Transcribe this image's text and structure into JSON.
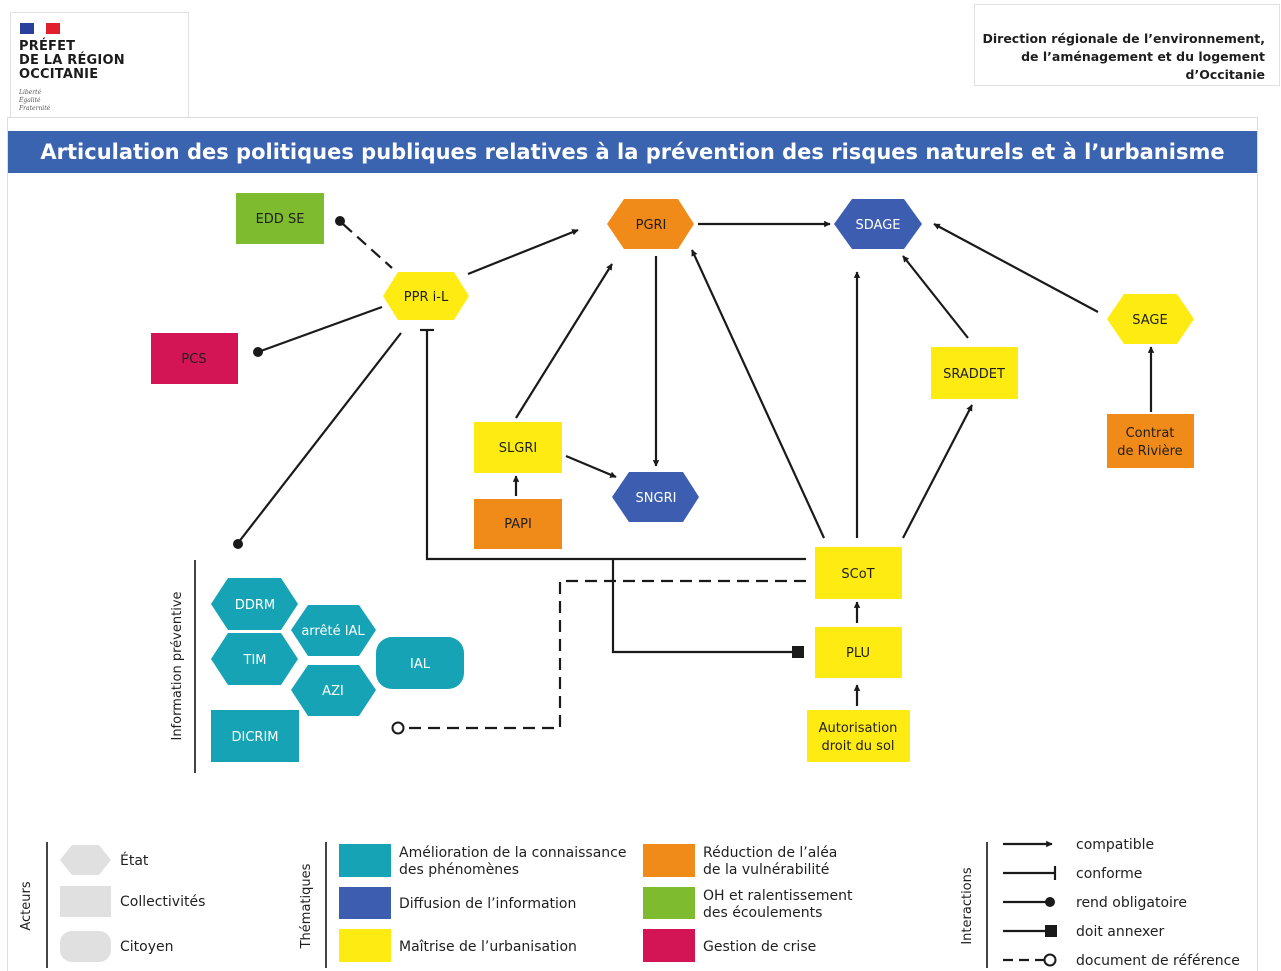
{
  "header": {
    "prefecture_lines": [
      "PRÉFET",
      "DE LA RÉGION",
      "OCCITANIE"
    ],
    "motto_lines": [
      "Liberté",
      "Égalité",
      "Fraternité"
    ],
    "dreal_lines": [
      "Direction régionale de l’environnement,",
      "de l’aménagement et du logement",
      "d’Occitanie"
    ]
  },
  "title": "Articulation des politiques publiques relatives à la prévention des risques naturels et à l’urbanisme",
  "colors": {
    "banner": "#3a63b0",
    "teal": "#15a3b5",
    "blue": "#3d5db0",
    "yellow": "#fdeb12",
    "orange": "#f08a18",
    "green": "#7fbb2f",
    "crimson": "#d31555",
    "actor_gray": "#e0e0e0"
  },
  "nodes": {
    "edd_se": "EDD SE",
    "ppr": "PPR i-L",
    "pcs": "PCS",
    "pgri": "PGRI",
    "sdage": "SDAGE",
    "sage": "SAGE",
    "sraddet": "SRADDET",
    "contrat_riviere": [
      "Contrat",
      "de Rivière"
    ],
    "slgri": "SLGRI",
    "papi": "PAPI",
    "sngri": "SNGRI",
    "scot": "SCoT",
    "plu": "PLU",
    "autorisation": [
      "Autorisation",
      "droit du sol"
    ],
    "ddrm": "DDRM",
    "arrete_ial": "arrêté IAL",
    "tim": "TIM",
    "azi": "AZI",
    "ial": "IAL",
    "dicrim": "DICRIM"
  },
  "info_preventive_label": "Information préventive",
  "legend": {
    "actors": {
      "heading": "Acteurs",
      "items": [
        {
          "shape": "hexagon",
          "label": "État"
        },
        {
          "shape": "rectangle",
          "label": "Collectivités"
        },
        {
          "shape": "rounded",
          "label": "Citoyen"
        }
      ]
    },
    "themes": {
      "heading": "Thématiques",
      "items": [
        {
          "color": "#15a3b5",
          "label": [
            "Amélioration de la connaissance",
            "des phénomènes"
          ]
        },
        {
          "color": "#3d5db0",
          "label": [
            "Diffusion de l’information"
          ]
        },
        {
          "color": "#fdeb12",
          "label": [
            "Maîtrise de l’urbanisation"
          ]
        },
        {
          "color": "#f08a18",
          "label": [
            "Réduction de l’aléa",
            "de la vulnérabilité"
          ]
        },
        {
          "color": "#7fbb2f",
          "label": [
            "OH et ralentissement",
            "des écoulements"
          ]
        },
        {
          "color": "#d31555",
          "label": [
            "Gestion de crise"
          ]
        }
      ]
    },
    "interactions": {
      "heading": "Interactions",
      "items": [
        {
          "type": "arrow",
          "label": "compatible"
        },
        {
          "type": "bar",
          "label": "conforme"
        },
        {
          "type": "dot",
          "label": "rend obligatoire"
        },
        {
          "type": "square",
          "label": "doit annexer"
        },
        {
          "type": "dashed-circle",
          "label": "document de référence"
        }
      ]
    }
  }
}
